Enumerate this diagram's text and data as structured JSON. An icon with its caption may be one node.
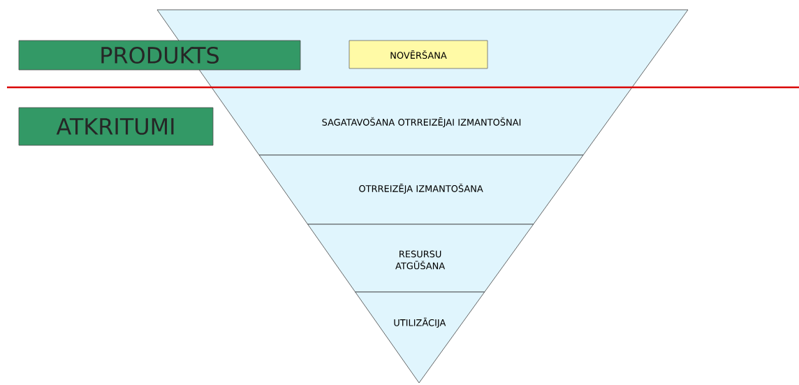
{
  "diagram": {
    "nodes": [
      {
        "text": [],
        "shape": "band"
      },
      {
        "text": [
          "NOVĒRŠANA"
        ],
        "in": 0
      },
      {
        "text": [
          "SAGATAVOŠANA OTRREIZĒJAI IZMANTOŠNAI"
        ]
      },
      {
        "text": [
          "OTRREIZĒJA IZMANTOŠANA"
        ]
      },
      {
        "text": [
          "RESURSU ATGŪŠANA"
        ]
      },
      {
        "text": [
          "UTILIZĀCIJA"
        ]
      },
      {
        "text": [
          "PRODUKTS"
        ]
      },
      {
        "text": [
          "ATKRITUMI"
        ]
      }
    ],
    "edges": []
  }
}
